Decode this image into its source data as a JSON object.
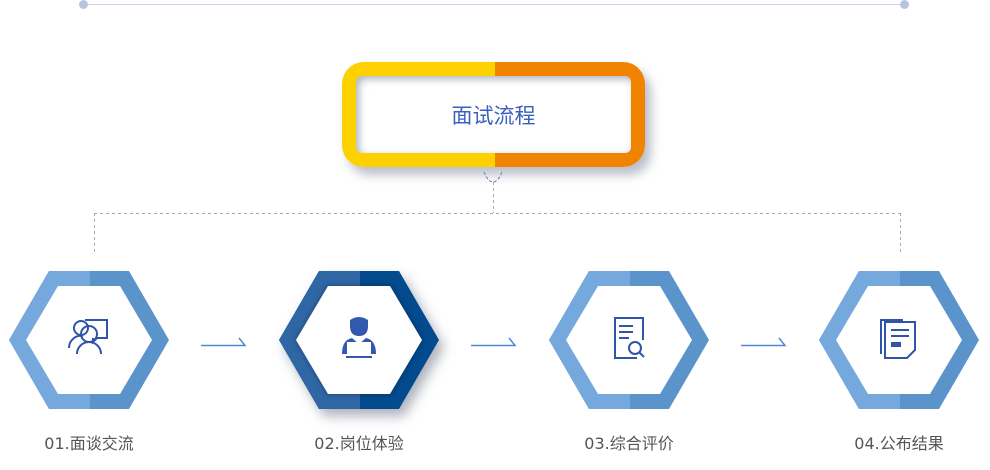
{
  "title": "面试流程",
  "steps": [
    {
      "label": "01.面谈交流",
      "icon": "people-chat-icon",
      "active": false
    },
    {
      "label": "02.岗位体验",
      "icon": "person-laptop-icon",
      "active": true
    },
    {
      "label": "03.综合评价",
      "icon": "document-search-icon",
      "active": false
    },
    {
      "label": "04.公布结果",
      "icon": "documents-icon",
      "active": false
    }
  ],
  "colors": {
    "yellow": "#fdd000",
    "orange": "#f08400",
    "hex_light_left": "#75a8dc",
    "hex_light_right": "#5b93cb",
    "hex_dark_left": "#2f67a5",
    "hex_dark_right": "#034a8e",
    "icon": "#2f55a8"
  }
}
